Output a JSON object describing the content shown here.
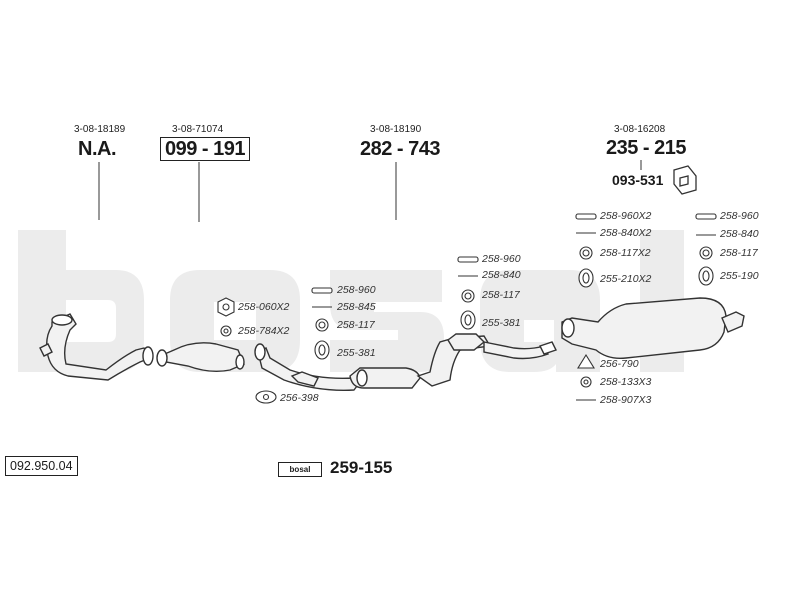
{
  "catalog_number": "092.950.04",
  "brand_label": "bosal",
  "brand_part": "259-155",
  "watermark": "bosal",
  "sections": [
    {
      "ref": "3-08-18189",
      "part": "N.A.",
      "boxed": false
    },
    {
      "ref": "3-08-71074",
      "part": "099 - 191",
      "boxed": true
    },
    {
      "ref": "3-08-18190",
      "part": "282 - 743",
      "boxed": false
    },
    {
      "ref": "3-08-16208",
      "part": "235 - 215",
      "boxed": false
    }
  ],
  "bracket_part": "093-531",
  "accessories": {
    "cat_group": [
      "258-060X2",
      "258-784X2"
    ],
    "gasket": "256-398",
    "mid_group": [
      "258-960",
      "258-845",
      "258-117",
      "255-381"
    ],
    "front_group": [
      "258-960",
      "258-840",
      "258-117",
      "255-381"
    ],
    "rear_left_top": [
      "258-960X2",
      "258-840X2",
      "258-117X2",
      "255-210X2"
    ],
    "rear_right_top": [
      "258-960",
      "258-840",
      "258-117",
      "255-190"
    ],
    "rear_left_bottom": [
      "256-790",
      "258-133X3",
      "258-907X3"
    ]
  }
}
